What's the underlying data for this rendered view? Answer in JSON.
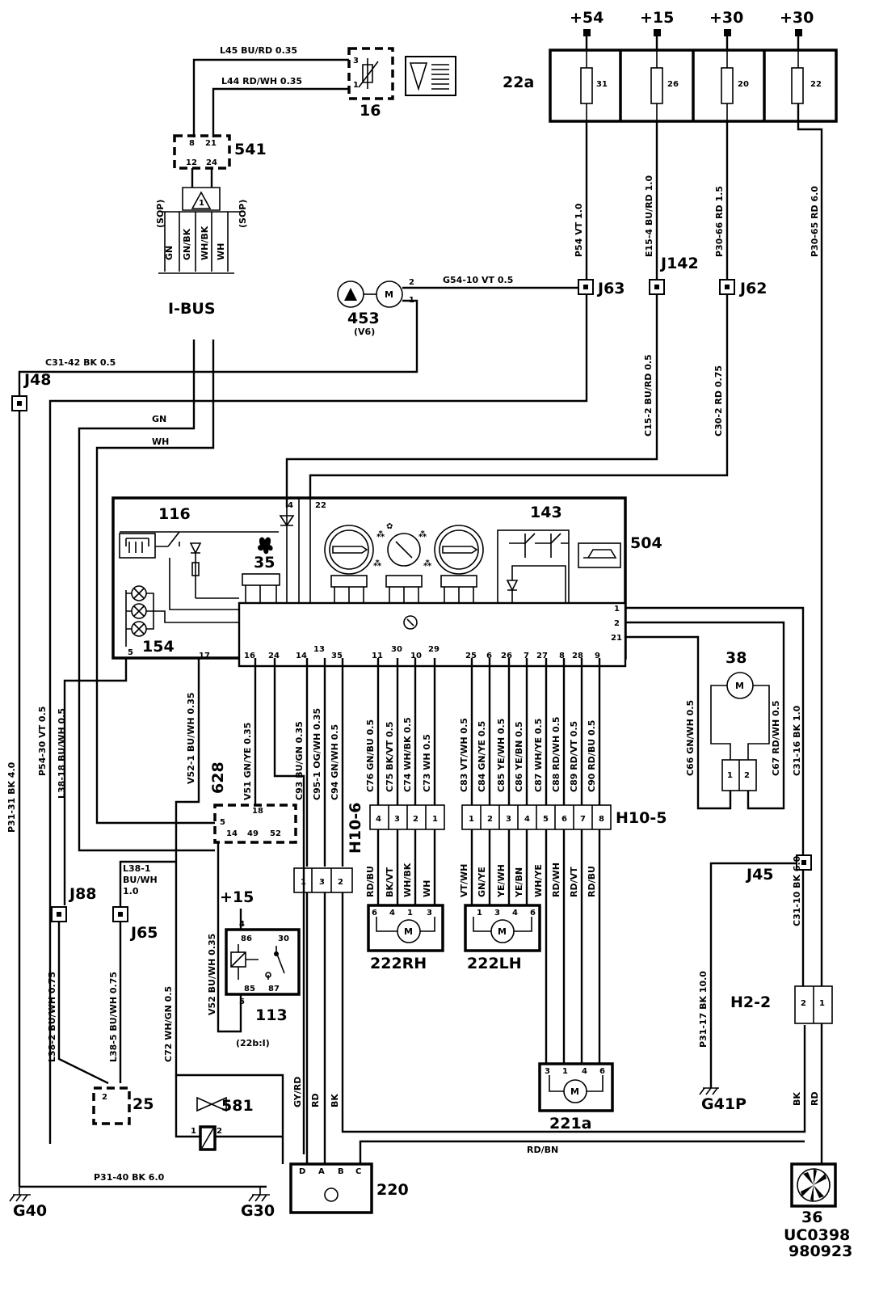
{
  "supplies": [
    "+54",
    "+15",
    "+30",
    "+30"
  ],
  "fuse_box": {
    "label": "22a",
    "fuses": [
      "31",
      "26",
      "20",
      "22"
    ]
  },
  "wires": {
    "l45": "L45  BU/RD  0.35",
    "l44": "L44  RD/WH  0.35",
    "p54": "P54  VT  1.0",
    "e15": "E15-4  BU/RD  1.0",
    "p30_66": "P30-66  RD  1.5",
    "p30_65": "P30-65  RD  6.0",
    "g54": "G54-10     VT  0.5",
    "c15": "C15-2  BU/RD  0.5",
    "c30": "C30-2  RD  0.75",
    "c31": "C31-42     BK  0.5",
    "gn": "GN",
    "wh": "WH",
    "p31_31": "P31-31  BK  4.0",
    "p54_30": "P54-30  VT  0.5",
    "l38_18": "L38-18  BU/WH  0.5",
    "v52_1": "V52-1  BU/WH  0.35",
    "v51": "V51  GN/YE  0.35",
    "c93": "C93  BU/GN  0.35",
    "c95": "C95-1  OG/WH  0.35",
    "c94": "C94  GN/WH  0.5",
    "c76": "C76  GN/BU  0.5",
    "c75": "C75  BK/VT  0.5",
    "c74": "C74  WH/BK  0.5",
    "c73": "C73  WH  0.5",
    "c83": "C83  VT/WH  0.5",
    "c84": "C84  GN/YE  0.5",
    "c85": "C85  YE/WH  0.5",
    "c86": "C86  YE/BN  0.5",
    "c87": "C87  WH/YE  0.5",
    "c88": "C88  RD/WH  0.5",
    "c89": "C89  RD/VT  0.5",
    "c90": "C90  RD/BU  0.5",
    "c66": "C66  GN/WH  0.5",
    "c67": "C67  RD/WH  0.5",
    "c31_16": "C31-16  BK  1.0",
    "l38_1": "L38-1",
    "l38_1b": "BU/WH",
    "l38_1c": "1.0",
    "v52": "V52  BU/WH  0.35",
    "l38_2": "L38-2  BU/WH  0.75",
    "l38_5": "L38-5  BU/WH  0.75",
    "c72": "C72  WH/GN  0.5",
    "p31_17": "P31-17  BK  10.0",
    "c31_10": "C31-10  BK  6.0",
    "gyrd": "GY/RD",
    "rd": "RD",
    "bk": "BK",
    "rdbn": "RD/BN",
    "p31_40": "P31-40     BK  6.0",
    "bk2": "BK",
    "rd2": "RD",
    "rdbu": "RD/BU",
    "bkvt": "BK/VT",
    "whbk": "WH/BK",
    "wh2": "WH",
    "vtwh": "VT/WH",
    "gnye": "GN/YE",
    "yewh": "YE/WH",
    "yebn": "YE/BN",
    "whye": "WH/YE",
    "rdwh": "RD/WH",
    "rdvt": "RD/VT",
    "rdbu2": "RD/BU",
    "sgn": "GN",
    "sgnbk": "GN/BK",
    "swhbk": "WH/BK",
    "swh": "WH",
    "sop1": "(SOP)",
    "sop2": "(SOP)"
  },
  "components": {
    "c16": "16",
    "c541": "541",
    "ibus": "I-BUS",
    "c453": "453",
    "c453_sub": "(V6)",
    "j63": "J63",
    "j142": "J142",
    "j62": "J62",
    "j48": "J48",
    "c504": "504",
    "c116": "116",
    "c35": "35",
    "c154": "154",
    "c143": "143",
    "c38": "38",
    "c628": "628",
    "h10_6": "H10-6",
    "h10_5": "H10-5",
    "j45": "J45",
    "j88": "J88",
    "j65": "J65",
    "plus15": "+15",
    "c113": "113",
    "c113_sub": "(22b:I)",
    "c222rh": "222RH",
    "c222lh": "222LH",
    "h2_2": "H2-2",
    "c221a": "221a",
    "g41p": "G41P",
    "c25": "25",
    "c581": "581",
    "c220": "220",
    "c36": "36",
    "g40": "G40",
    "g30": "G30",
    "code1": "UC0398",
    "code2": "980923",
    "motor": "M"
  },
  "pins": {
    "p16_3": "3",
    "p16_1": "1",
    "p541_8": "8",
    "p541_21": "21",
    "p541_12": "12",
    "p541_24": "24",
    "bus_tri": "1",
    "p453_2": "2",
    "p453_1": "1",
    "p504_4": "4",
    "p504_22": "22",
    "p504_5": "5",
    "p504_17": "17",
    "p504_16": "16",
    "p504_24": "24",
    "p504_14": "14",
    "p504_13": "13",
    "p504_35": "35",
    "p504_11": "11",
    "p504_30": "30",
    "p504_10": "10",
    "p504_29": "29",
    "p504_25": "25",
    "p504_6": "6",
    "p504_26": "26",
    "p504_7": "7",
    "p504_27": "27",
    "p504_8": "8",
    "p504_28": "28",
    "p504_9": "9",
    "p504_1": "1",
    "p504_2": "2",
    "p504_21": "21",
    "p628_18": "18",
    "p628_5": "5",
    "p628_14": "14",
    "p628_49": "49",
    "p628_52": "52",
    "c1": "1",
    "c3": "3",
    "c2": "2",
    "h6_4": "4",
    "h6_3": "3",
    "h6_2": "2",
    "h6_1": "1",
    "h5_1": "1",
    "h5_2": "2",
    "h5_3": "3",
    "h5_4": "4",
    "h5_5": "5",
    "h5_6": "6",
    "h5_7": "7",
    "h5_8": "8",
    "m38_1": "1",
    "m38_2": "2",
    "rh_6": "6",
    "rh_4": "4",
    "rh_1": "1",
    "rh_3": "3",
    "lh_1": "1",
    "lh_3": "3",
    "lh_4": "4",
    "lh_6": "6",
    "r113_4": "4",
    "r113_86": "86",
    "r113_30": "30",
    "r113_85": "85",
    "r113_87": "87",
    "r113_5": "5",
    "h22_2": "2",
    "h22_1": "1",
    "a_3": "3",
    "a_1": "1",
    "a_4": "4",
    "a_6": "6",
    "p25_2": "2",
    "p581_1": "1",
    "p581_2": "2",
    "p220_d": "D",
    "p220_a": "A",
    "p220_b": "B",
    "p220_c": "C"
  }
}
